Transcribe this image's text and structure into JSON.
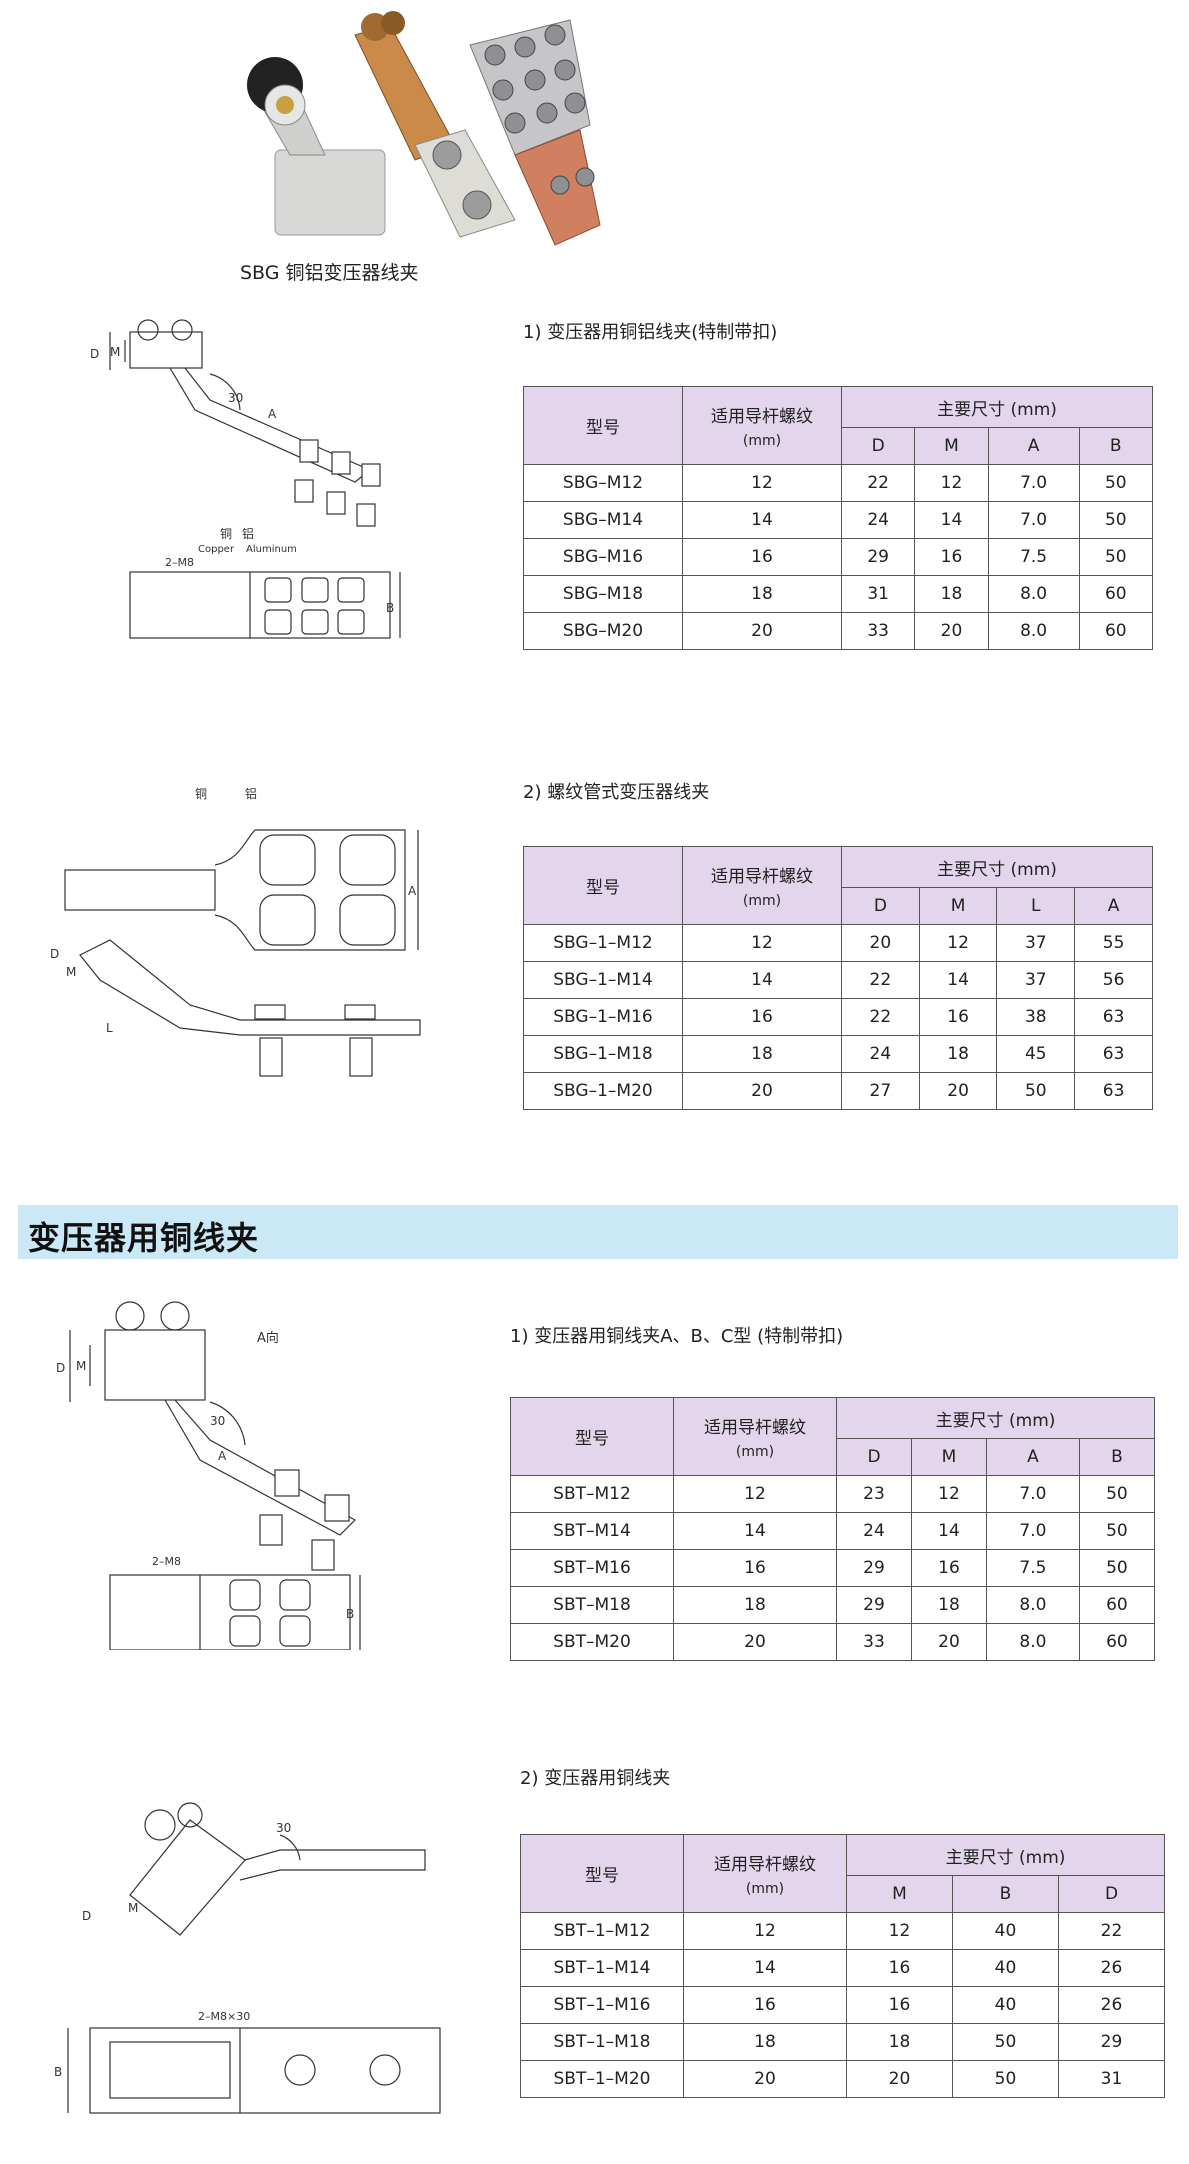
{
  "header": {
    "photo_caption": "SBG 铜铝变压器线夹"
  },
  "diagram_labels": {
    "d1": {
      "D": "D",
      "M": "M",
      "angle": "30",
      "A": "A",
      "copper_cn": "铜",
      "aluminum_cn": "铝",
      "copper_en": "Copper",
      "aluminum_en": "Aluminum",
      "bolt": "2–M8",
      "B": "B"
    },
    "d2": {
      "copper_cn": "铜",
      "aluminum_cn": "铝",
      "A": "A",
      "D": "D",
      "M": "M",
      "L": "L"
    },
    "d3": {
      "D": "D",
      "M": "M",
      "A_dir": "A向",
      "angle": "30",
      "A": "A",
      "bolt": "2–M8",
      "B": "B"
    },
    "d4": {
      "angle": "30",
      "M": "M",
      "D": "D",
      "bolt": "2–M8×30",
      "B": "B"
    }
  },
  "section_band": {
    "title": "变压器用铜线夹"
  },
  "tables": [
    {
      "caption": "1) 变压器用铜铝线夹(特制带扣)",
      "h_model": "型号",
      "h_thread": "适用导杆螺纹",
      "h_thread_unit": "(mm)",
      "h_dims": "主要尺寸 (mm)",
      "dim_cols": [
        "D",
        "M",
        "A",
        "B"
      ],
      "rows": [
        [
          "SBG–M12",
          "12",
          "22",
          "12",
          "7.0",
          "50"
        ],
        [
          "SBG–M14",
          "14",
          "24",
          "14",
          "7.0",
          "50"
        ],
        [
          "SBG–M16",
          "16",
          "29",
          "16",
          "7.5",
          "50"
        ],
        [
          "SBG–M18",
          "18",
          "31",
          "18",
          "8.0",
          "60"
        ],
        [
          "SBG–M20",
          "20",
          "33",
          "20",
          "8.0",
          "60"
        ]
      ]
    },
    {
      "caption": "2) 螺纹管式变压器线夹",
      "h_model": "型号",
      "h_thread": "适用导杆螺纹",
      "h_thread_unit": "(mm)",
      "h_dims": "主要尺寸 (mm)",
      "dim_cols": [
        "D",
        "M",
        "L",
        "A"
      ],
      "rows": [
        [
          "SBG–1–M12",
          "12",
          "20",
          "12",
          "37",
          "55"
        ],
        [
          "SBG–1–M14",
          "14",
          "22",
          "14",
          "37",
          "56"
        ],
        [
          "SBG–1–M16",
          "16",
          "22",
          "16",
          "38",
          "63"
        ],
        [
          "SBG–1–M18",
          "18",
          "24",
          "18",
          "45",
          "63"
        ],
        [
          "SBG–1–M20",
          "20",
          "27",
          "20",
          "50",
          "63"
        ]
      ]
    },
    {
      "caption": "1) 变压器用铜线夹A、B、C型 (特制带扣)",
      "h_model": "型号",
      "h_thread": "适用导杆螺纹",
      "h_thread_unit": "(mm)",
      "h_dims": "主要尺寸 (mm)",
      "dim_cols": [
        "D",
        "M",
        "A",
        "B"
      ],
      "rows": [
        [
          "SBT–M12",
          "12",
          "23",
          "12",
          "7.0",
          "50"
        ],
        [
          "SBT–M14",
          "14",
          "24",
          "14",
          "7.0",
          "50"
        ],
        [
          "SBT–M16",
          "16",
          "29",
          "16",
          "7.5",
          "50"
        ],
        [
          "SBT–M18",
          "18",
          "29",
          "18",
          "8.0",
          "60"
        ],
        [
          "SBT–M20",
          "20",
          "33",
          "20",
          "8.0",
          "60"
        ]
      ]
    },
    {
      "caption": "2) 变压器用铜线夹",
      "h_model": "型号",
      "h_thread": "适用导杆螺纹",
      "h_thread_unit": "(mm)",
      "h_dims": "主要尺寸 (mm)",
      "dim_cols": [
        "M",
        "B",
        "D"
      ],
      "rows": [
        [
          "SBT–1–M12",
          "12",
          "12",
          "40",
          "22"
        ],
        [
          "SBT–1–M14",
          "14",
          "16",
          "40",
          "26"
        ],
        [
          "SBT–1–M16",
          "16",
          "16",
          "40",
          "26"
        ],
        [
          "SBT–1–M18",
          "18",
          "18",
          "50",
          "29"
        ],
        [
          "SBT–1–M20",
          "20",
          "20",
          "50",
          "31"
        ]
      ]
    }
  ]
}
